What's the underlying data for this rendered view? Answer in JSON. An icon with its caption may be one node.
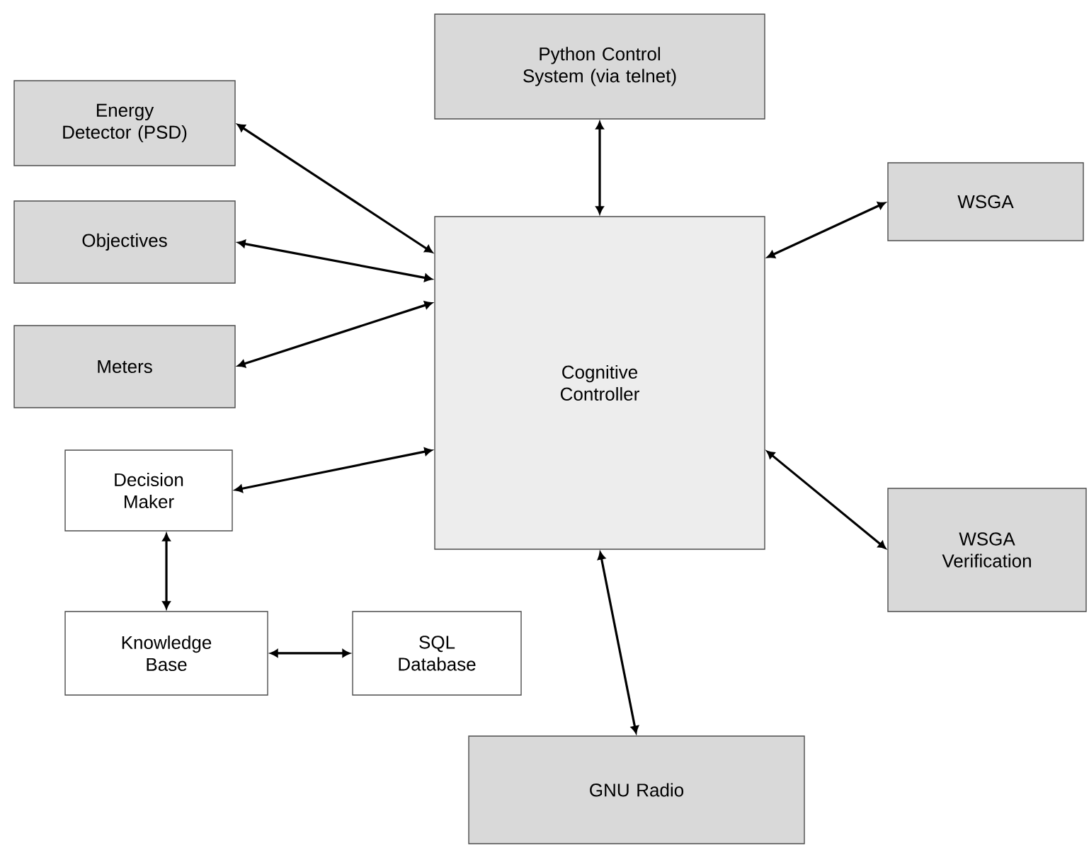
{
  "diagram": {
    "nodes": [
      {
        "text": [
          "Energy Detector (PSD)"
        ]
      },
      {
        "text": [
          "Objectives"
        ]
      },
      {
        "text": [
          "Meters"
        ]
      },
      {
        "text": [
          "Decision Maker"
        ]
      },
      {
        "text": [
          "Knowledge Base"
        ]
      },
      {
        "text": [
          "SQL Database"
        ]
      },
      {
        "text": [
          "Python Control System (via telnet)"
        ]
      },
      {
        "text": [
          "Cognitive Controller"
        ]
      },
      {
        "text": [
          "WSGA"
        ]
      },
      {
        "text": [
          "WSGA Verification"
        ]
      },
      {
        "text": [
          "GNU Radio"
        ]
      }
    ],
    "edges": [
      {
        "from": 0,
        "to": 7,
        "arrow": "both"
      },
      {
        "from": 1,
        "to": 7,
        "arrow": "both"
      },
      {
        "from": 2,
        "to": 7,
        "arrow": "both"
      },
      {
        "from": 3,
        "to": 7,
        "arrow": "both"
      },
      {
        "from": 3,
        "to": 4,
        "arrow": "both"
      },
      {
        "from": 4,
        "to": 5,
        "arrow": "both"
      },
      {
        "from": 6,
        "to": 7,
        "arrow": "both"
      },
      {
        "from": 8,
        "to": 7,
        "arrow": "both"
      },
      {
        "from": 9,
        "to": 7,
        "arrow": "both"
      },
      {
        "from": 10,
        "to": 7,
        "arrow": "both"
      }
    ]
  }
}
